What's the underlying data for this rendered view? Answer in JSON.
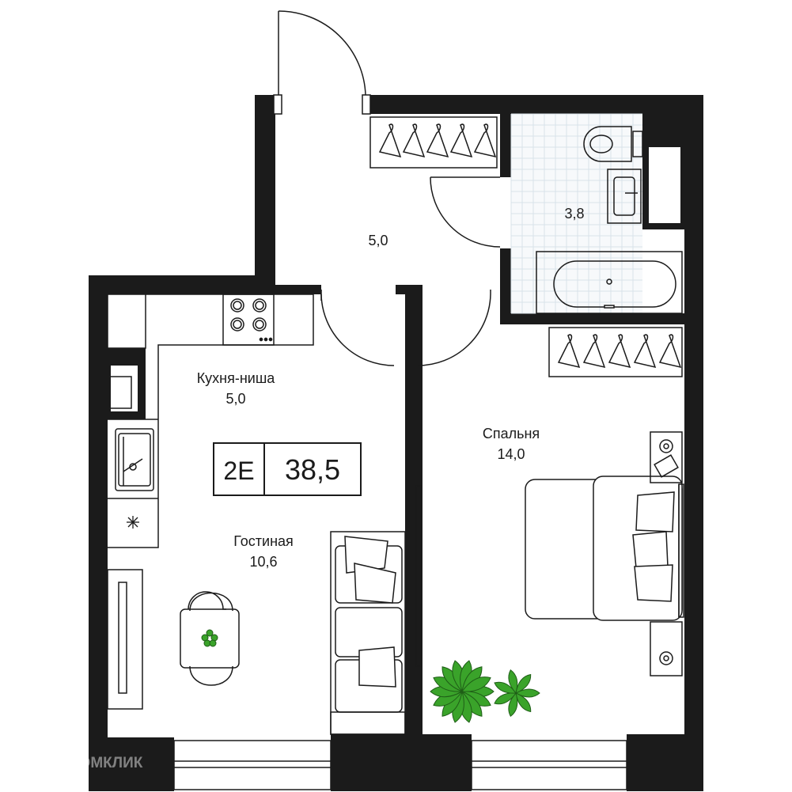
{
  "plan": {
    "apartment_type": "2E",
    "total_area": "38,5",
    "rooms": {
      "hall": {
        "area": "5,0"
      },
      "bathroom": {
        "area": "3,8"
      },
      "kitchen": {
        "name": "Кухня-ниша",
        "area": "5,0"
      },
      "living": {
        "name": "Гостиная",
        "area": "10,6"
      },
      "bedroom": {
        "name": "Спальня",
        "area": "14,0"
      }
    }
  },
  "watermark": "ДОМКЛИК",
  "colors": {
    "wall": "#1b1b1b",
    "line": "#1b1b1b",
    "tile": "#d9e2ea",
    "plant": "#3aa32a",
    "plant_dark": "#1f5e17"
  }
}
